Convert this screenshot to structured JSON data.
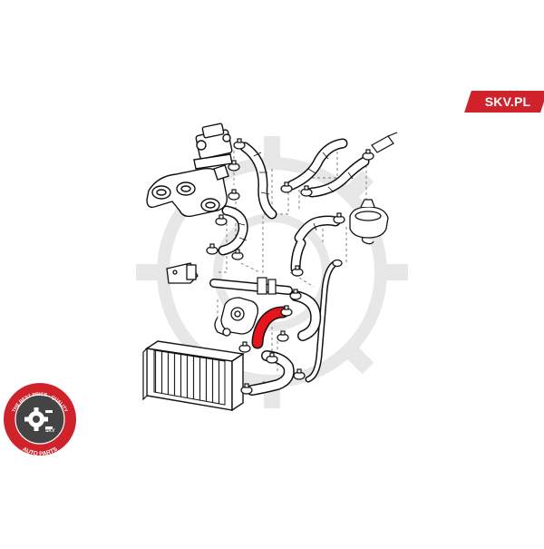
{
  "brand": {
    "label": "SKV.PL",
    "badge_color": "#d0222a"
  },
  "seal": {
    "ring_text_top": "THE BEST PRICE - QUALITY",
    "ring_text_bottom": "AUTO PARTS",
    "center_text": "SKV",
    "ring_color": "#d0222a",
    "inner_color": "#444444"
  },
  "diagram": {
    "highlight_color": "#e8141c",
    "line_color": "#111111",
    "watermark_icon": "gear-watermark-icon"
  }
}
